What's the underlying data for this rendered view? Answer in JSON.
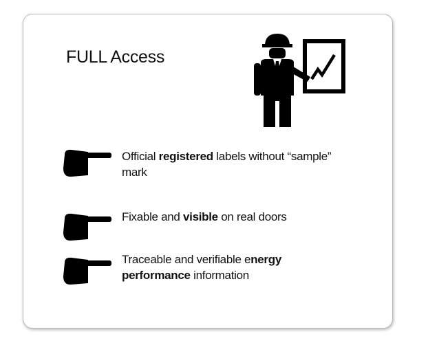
{
  "card": {
    "title": "FULL Access",
    "icons": {
      "presenter": "engineer-presenting-chart-icon",
      "bullet": "pointing-hand-icon"
    },
    "items": [
      {
        "parts": [
          {
            "text": "Official ",
            "bold": false
          },
          {
            "text": "registered",
            "bold": true
          },
          {
            "text": " labels without “sample” mark",
            "bold": false
          }
        ]
      },
      {
        "parts": [
          {
            "text": "Fixable and ",
            "bold": false
          },
          {
            "text": "visible",
            "bold": true
          },
          {
            "text": " on real doors",
            "bold": false
          }
        ]
      },
      {
        "parts": [
          {
            "text": "Traceable and verifiable e",
            "bold": false
          },
          {
            "text": "nergy performance",
            "bold": true
          },
          {
            "text": " information",
            "bold": false
          }
        ]
      }
    ]
  }
}
